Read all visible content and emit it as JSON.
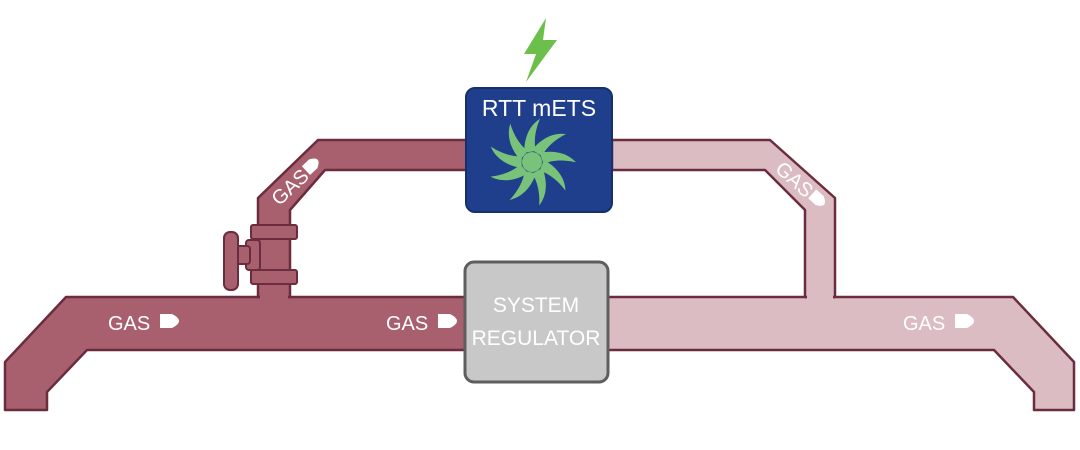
{
  "diagram": {
    "flow_labels": {
      "inlet_left": "GAS",
      "inlet_right": "GAS",
      "bypass_up": "GAS",
      "bypass_down": "GAS",
      "outlet": "GAS"
    },
    "mets_box": {
      "title": "RTT mETS"
    },
    "regulator": {
      "line1": "SYSTEM",
      "line2": "REGULATOR"
    },
    "icons": [
      "lightning-bolt-icon",
      "turbine-icon",
      "valve-icon",
      "flow-arrow-icon"
    ],
    "colors": {
      "high_pressure_pipe": "#a85f6e",
      "low_pressure_pipe": "#dcbcc3",
      "pipe_outline": "#6b2d3e",
      "mets_box": "#1f3e8c",
      "turbine": "#79c27a",
      "lightning": "#6cbf4a",
      "regulator": "#c8c8c8"
    }
  }
}
